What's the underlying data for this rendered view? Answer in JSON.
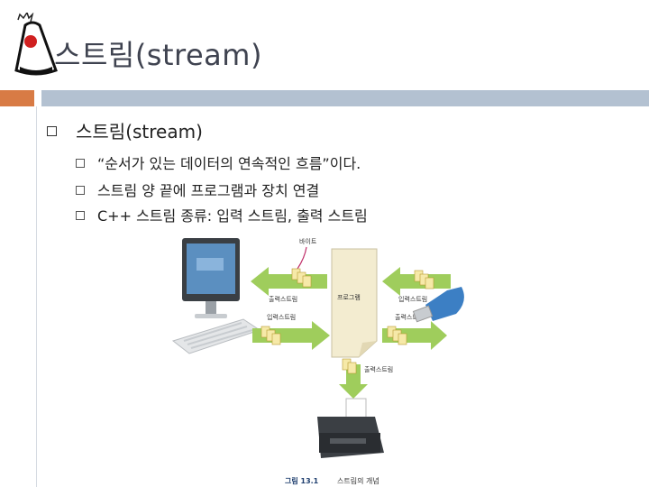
{
  "slide": {
    "title": "스트림(stream)",
    "bullet": "스트림(stream)",
    "items": [
      "“순서가 있는 데이터의 연속적인 흐름”이다.",
      "스트림 양 끝에 프로그램과 장치 연결",
      "C++ 스트림 종류: 입력 스트림, 출력 스트림"
    ]
  },
  "figure": {
    "byte_label": "바이트",
    "program_label": "프로그램",
    "out_stream_left": "출력스트림",
    "in_stream_left": "입력스트림",
    "in_stream_right": "입력스트림",
    "out_stream_right": "출력스트림",
    "out_stream_bottom": "출력스트림",
    "caption_num": "그림 13.1",
    "caption_text": "스트림의 개념"
  }
}
